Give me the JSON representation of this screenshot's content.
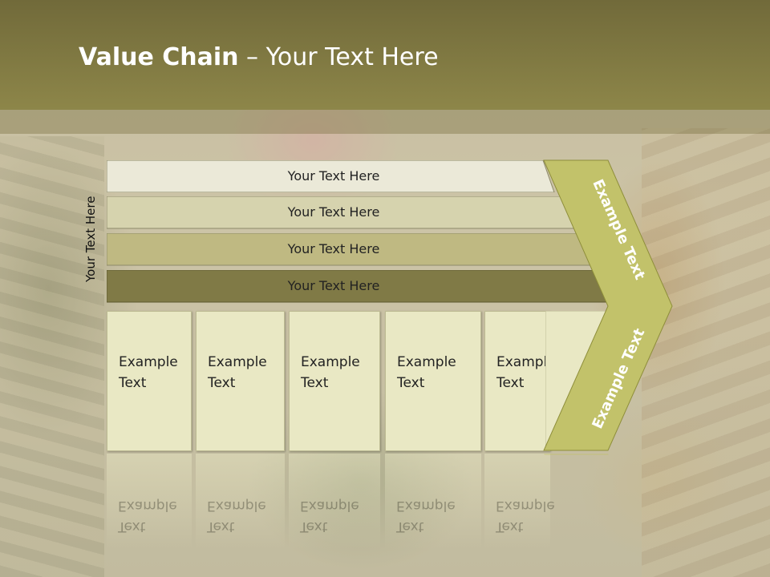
{
  "slide": {
    "title_bold": "Value Chain",
    "title_rest": " – Your Text Here",
    "side_label": "Your Text Here"
  },
  "bars": [
    {
      "label": "Your Text Here",
      "color": "#ebe9d8"
    },
    {
      "label": "Your Text Here",
      "color": "#d6d3ae"
    },
    {
      "label": "Your Text Here",
      "color": "#bfb982"
    },
    {
      "label": "Your Text Here",
      "color": "#807a46"
    }
  ],
  "columns": [
    {
      "line1": "Example",
      "line2": "Text"
    },
    {
      "line1": "Example",
      "line2": "Text"
    },
    {
      "line1": "Example",
      "line2": "Text"
    },
    {
      "line1": "Example",
      "line2": "Text"
    },
    {
      "line1": "Example",
      "line2": "Text"
    }
  ],
  "chevron": {
    "top_label": "Example Text",
    "bottom_label": "Example Text",
    "color": "#c2c26a"
  }
}
